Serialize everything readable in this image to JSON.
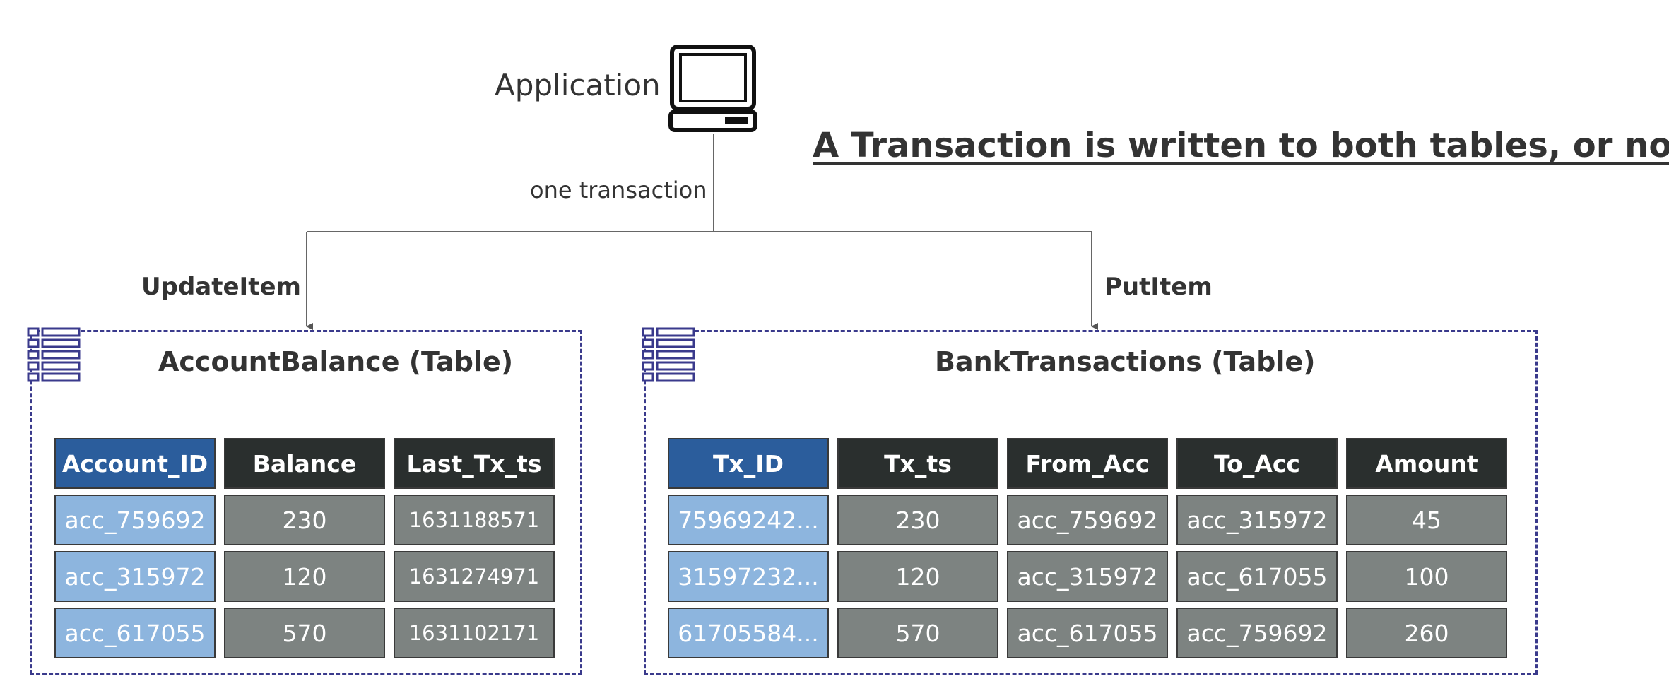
{
  "application": {
    "label": "Application",
    "icon": "computer-icon"
  },
  "headline": "A Transaction is written to both tables, or none!",
  "transaction_label": "one transaction",
  "operations": {
    "left": "UpdateItem",
    "right": "PutItem"
  },
  "colors": {
    "key_header": "#2b5d9c",
    "header": "#2a2f2e",
    "key_cell": "#8db5de",
    "value_cell": "#7d8381",
    "table_border": "#3a3a8c"
  },
  "account_table": {
    "title": "AccountBalance (Table)",
    "icon": "table-icon",
    "headers": [
      "Account_ID",
      "Balance",
      "Last_Tx_ts"
    ],
    "rows": [
      [
        "acc_759692",
        "230",
        "1631188571"
      ],
      [
        "acc_315972",
        "120",
        "1631274971"
      ],
      [
        "acc_617055",
        "570",
        "1631102171"
      ]
    ]
  },
  "bank_table": {
    "title": "BankTransactions (Table)",
    "icon": "table-icon",
    "headers": [
      "Tx_ID",
      "Tx_ts",
      "From_Acc",
      "To_Acc",
      "Amount"
    ],
    "rows": [
      [
        "75969242...",
        "230",
        "acc_759692",
        "acc_315972",
        "45"
      ],
      [
        "31597232...",
        "120",
        "acc_315972",
        "acc_617055",
        "100"
      ],
      [
        "61705584...",
        "570",
        "acc_617055",
        "acc_759692",
        "260"
      ]
    ]
  }
}
